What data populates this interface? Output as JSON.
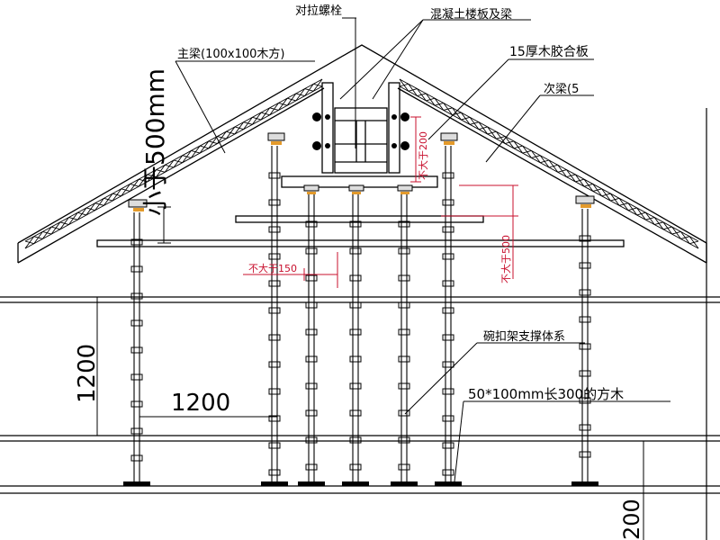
{
  "labels": {
    "tie_bolt": "对拉螺栓",
    "concrete_slab_beam": "混凝土楼板及梁",
    "main_beam": "主梁(100x100木方)",
    "plywood": "15厚木胶合板",
    "secondary_beam": "次梁(5",
    "bowl_buckle": "碗扣架支撑体系",
    "square_timber": "50*100mm长300的方木"
  },
  "dimensions": {
    "not_more_500_big": "小于500mm",
    "h1200": "1200",
    "v1200": "1200",
    "bottom_200": "200",
    "not_more_200": "不大于200",
    "not_more_150": "不大于150",
    "not_more_500_red": "不大于500"
  },
  "colors": {
    "line": "#000000",
    "dimension_red": "#c8102e",
    "ledger": "#444444"
  }
}
